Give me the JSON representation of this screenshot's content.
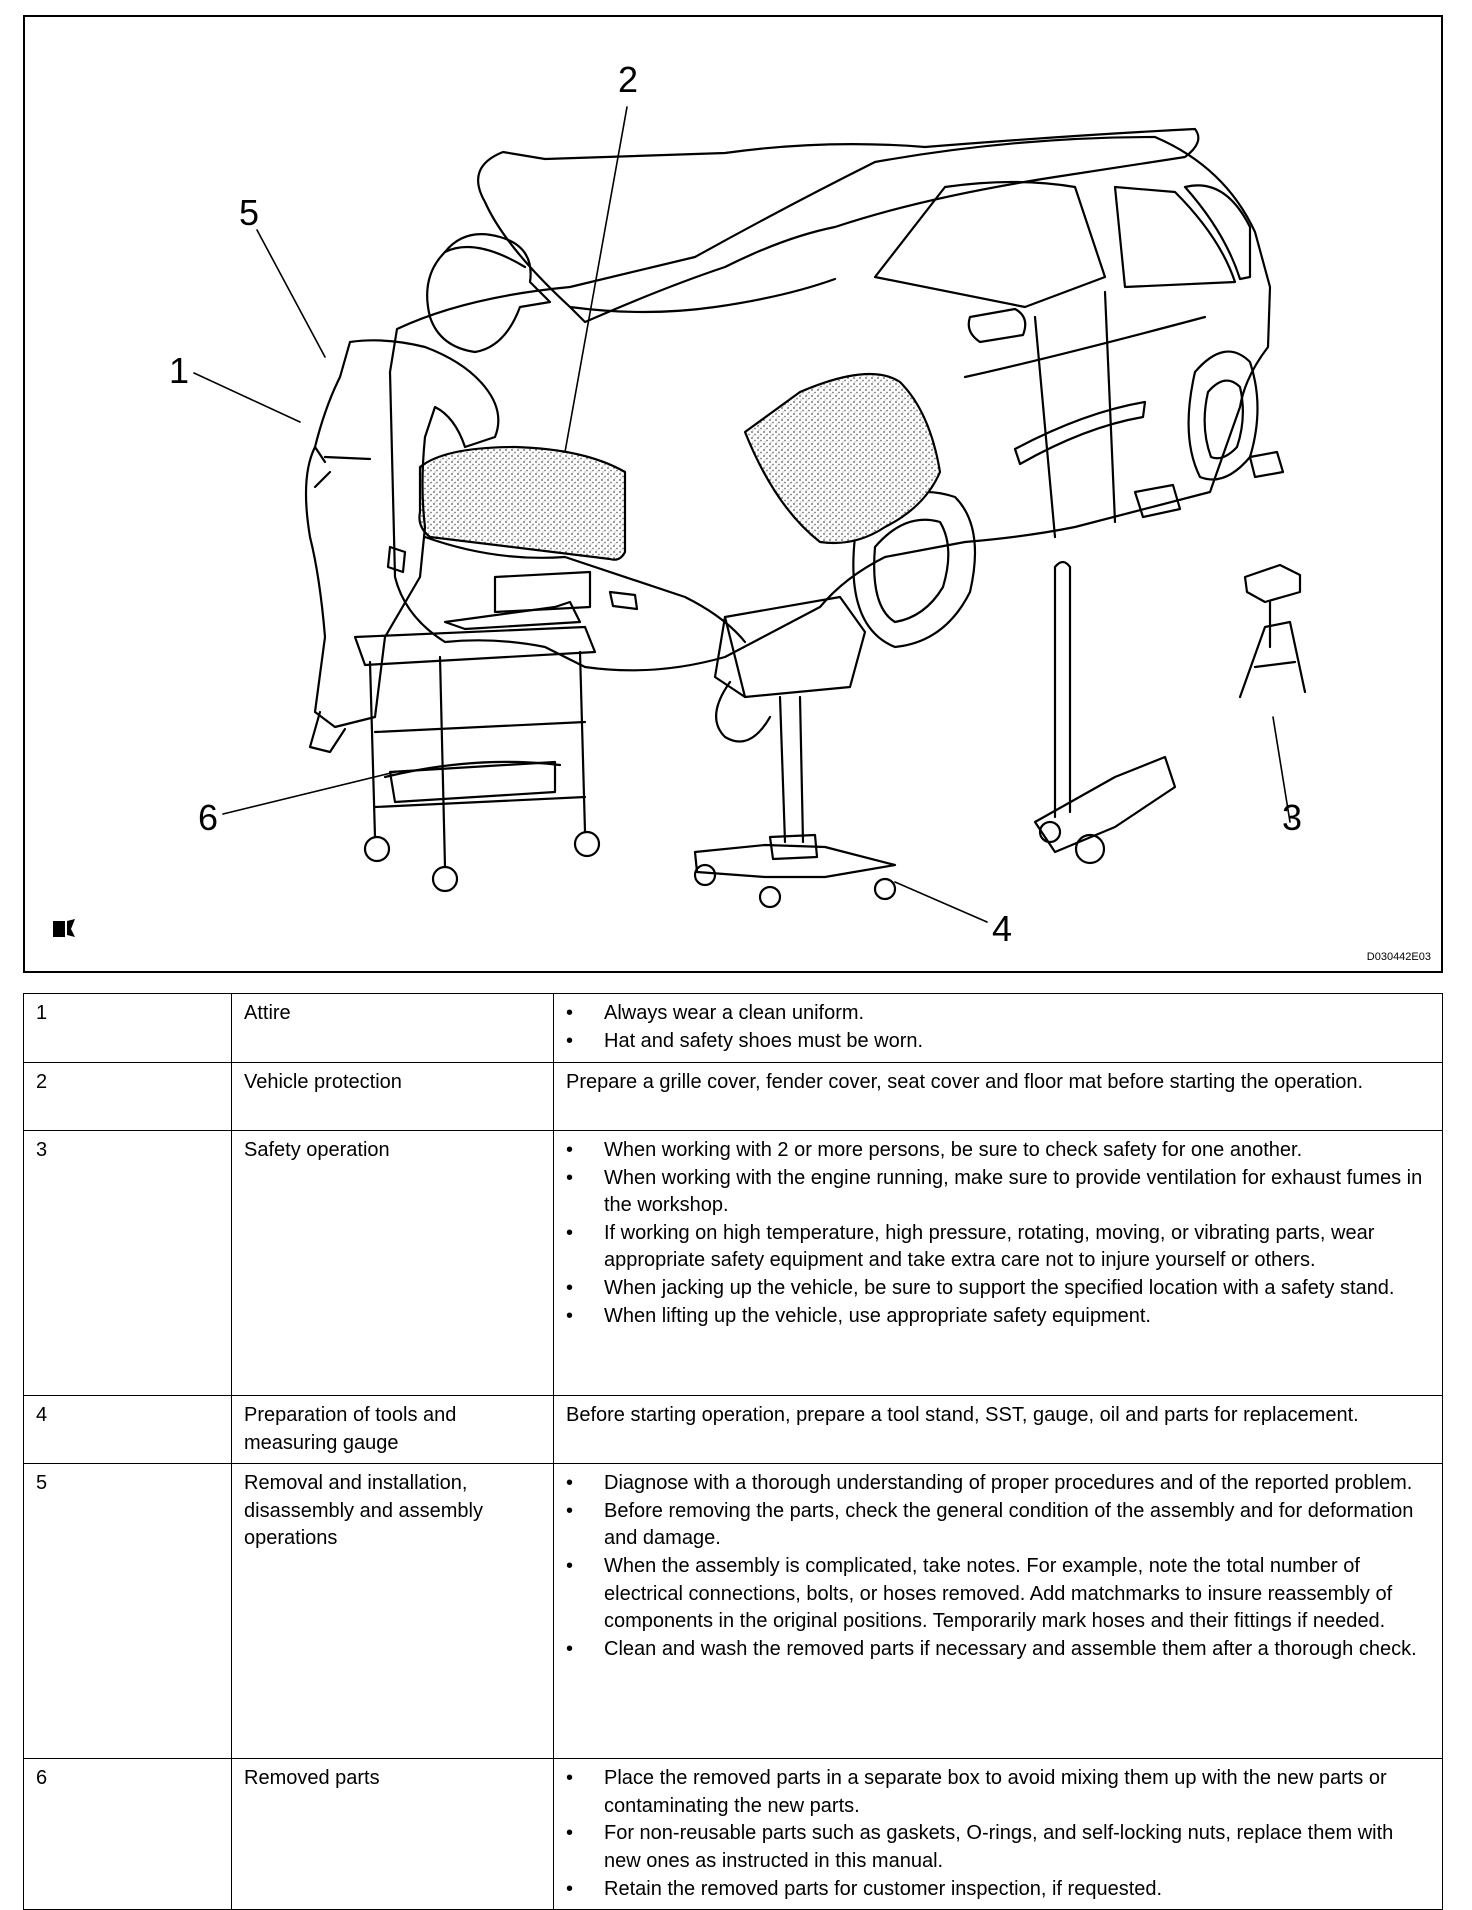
{
  "figure": {
    "callouts": [
      "1",
      "2",
      "3",
      "4",
      "5",
      "6"
    ],
    "code": "D030442E03",
    "corner_icon": "illustration-mark-icon"
  },
  "table": {
    "rows": [
      {
        "num": "1",
        "item": "Attire",
        "bullets": [
          "Always wear a clean uniform.",
          "Hat and safety shoes must be worn."
        ]
      },
      {
        "num": "2",
        "item": "Vehicle protection",
        "text": "Prepare a grille cover, fender cover, seat cover and floor mat before starting the operation."
      },
      {
        "num": "3",
        "item": "Safety operation",
        "bullets": [
          "When working with 2 or more persons, be sure to check safety for one another.",
          "When working with the engine running, make sure to provide ventilation for exhaust fumes in the workshop.",
          "If working on high temperature, high pressure, rotating, moving, or vibrating parts, wear appropriate safety equipment and take extra care not to injure yourself or others.",
          "When jacking up the vehicle, be sure to support the specified location with a safety stand.",
          "When lifting up the vehicle, use appropriate safety equipment."
        ]
      },
      {
        "num": "4",
        "item": "Preparation of tools and measuring gauge",
        "text": "Before starting operation, prepare a tool stand, SST, gauge, oil and parts for replacement."
      },
      {
        "num": "5",
        "item": "Removal and installation, disassembly and assembly operations",
        "bullets": [
          "Diagnose with a thorough understanding of proper procedures and of the reported problem.",
          "Before removing the parts, check the general condition of the assembly and for deformation and damage.",
          "When the assembly is complicated, take notes. For example, note the total number of electrical connections, bolts, or hoses removed. Add matchmarks to insure reassembly of components in the original positions. Temporarily mark hoses and their fittings if needed.",
          "Clean and wash the removed parts if necessary and assemble them after a thorough check."
        ]
      },
      {
        "num": "6",
        "item": "Removed parts",
        "bullets": [
          "Place the removed parts in a separate box to avoid mixing them up with the new parts or contaminating the new parts.",
          "For non-reusable parts such as gaskets, O-rings, and self-locking nuts, replace them with new ones as instructed in this manual.",
          "Retain the removed parts for customer inspection, if requested."
        ]
      }
    ]
  }
}
